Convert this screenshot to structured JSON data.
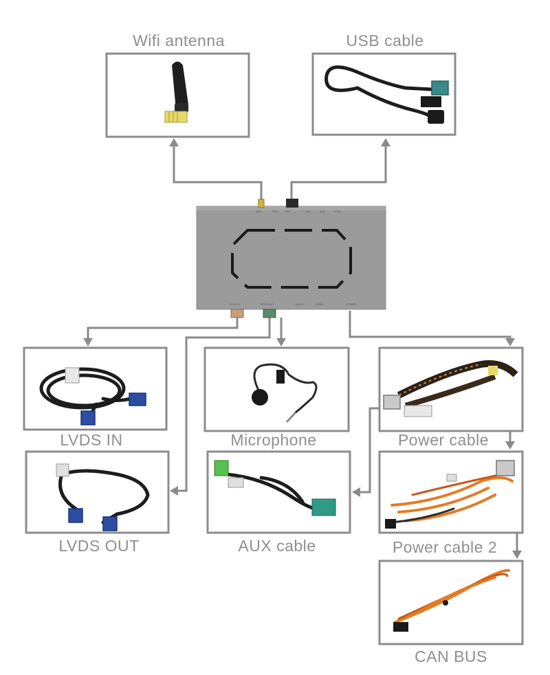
{
  "labels": {
    "wifi": "Wifi antenna",
    "usb": "USB cable",
    "lvds_in": "LVDS IN",
    "microphone": "Microphone",
    "power": "Power cable",
    "lvds_out": "LVDS OUT",
    "aux": "AUX cable",
    "power2": "Power cable 2",
    "canbus": "CAN BUS"
  },
  "colors": {
    "border": "#8c8c8c",
    "connector_line": "#8a8a8a",
    "label_text": "#8f8f8f",
    "module_body": "#9a9a9a"
  }
}
